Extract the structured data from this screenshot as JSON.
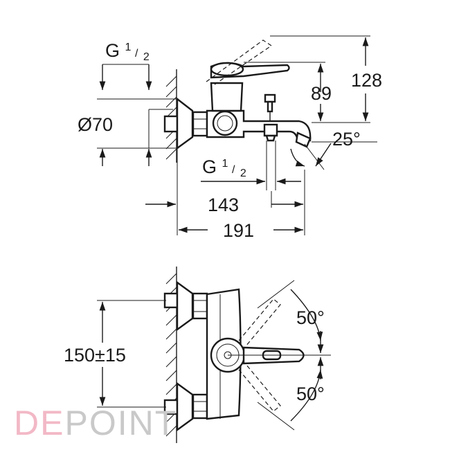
{
  "side_view": {
    "thread_top": {
      "letter": "G",
      "num": "1",
      "den": "2"
    },
    "diameter": "Ø70",
    "height_89": "89",
    "height_128": "128",
    "spout_angle": "25°",
    "thread_bottom": {
      "letter": "G",
      "num": "1",
      "den": "2"
    },
    "depth_143": "143",
    "depth_191": "191"
  },
  "front_view": {
    "centers": "150±15",
    "angle_up": "50°",
    "angle_down": "50°"
  },
  "watermark": {
    "part1": "DE",
    "part2": "POINT",
    "color1": "#f2b8c6",
    "color2": "#c9c9c9"
  }
}
